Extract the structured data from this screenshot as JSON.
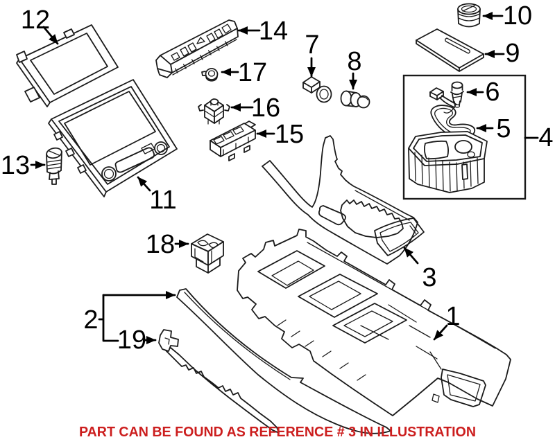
{
  "figure": {
    "background": "#ffffff",
    "line_color": "#1a1a1a",
    "note": {
      "text": "PART CAN BE FOUND AS REFERENCE # 3 IN ILLUSTRATION",
      "color": "#cc1e1e"
    },
    "callouts": [
      {
        "ref": "1"
      },
      {
        "ref": "2"
      },
      {
        "ref": "3"
      },
      {
        "ref": "4"
      },
      {
        "ref": "5"
      },
      {
        "ref": "6"
      },
      {
        "ref": "7"
      },
      {
        "ref": "8"
      },
      {
        "ref": "9"
      },
      {
        "ref": "10"
      },
      {
        "ref": "11"
      },
      {
        "ref": "12"
      },
      {
        "ref": "13"
      },
      {
        "ref": "14"
      },
      {
        "ref": "15"
      },
      {
        "ref": "16"
      },
      {
        "ref": "17"
      },
      {
        "ref": "18"
      },
      {
        "ref": "19"
      }
    ]
  }
}
